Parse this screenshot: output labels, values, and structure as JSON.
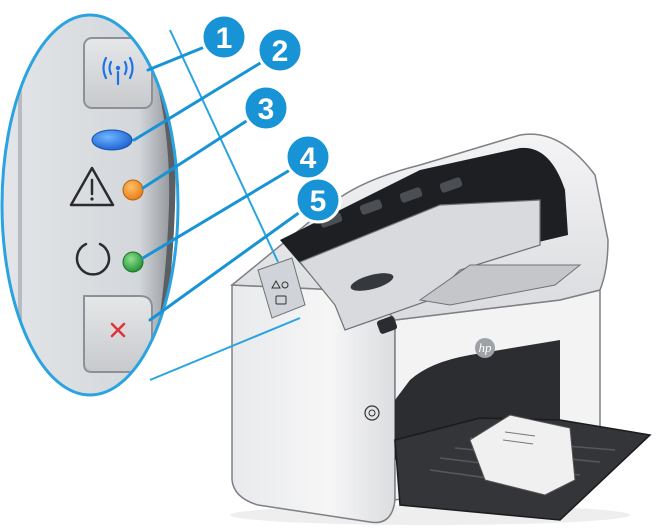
{
  "callouts": [
    {
      "id": "1",
      "label": "1",
      "target": "wireless-button"
    },
    {
      "id": "2",
      "label": "2",
      "target": "wireless-light"
    },
    {
      "id": "3",
      "label": "3",
      "target": "attention-light"
    },
    {
      "id": "4",
      "label": "4",
      "target": "ready-light"
    },
    {
      "id": "5",
      "label": "5",
      "target": "cancel-button"
    }
  ],
  "brand": {
    "logo_text": "hp"
  },
  "colors": {
    "callout_blue": "#1793d6",
    "magnifier_ring": "#2aa4e0",
    "panel_gray": "#c9ccd0",
    "wireless_led": "#1a73e8",
    "attention_led": "#f5922b",
    "ready_led": "#2ea84a",
    "cancel_x": "#e0303a"
  },
  "icons": {
    "wireless": "wireless-signal-icon",
    "attention": "warning-triangle-icon",
    "ready": "ready-circle-icon",
    "cancel": "cancel-x-icon"
  }
}
